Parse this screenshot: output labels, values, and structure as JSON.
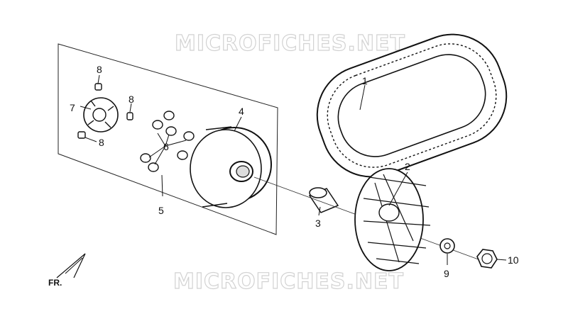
{
  "watermark": {
    "top": "MICROFICHES.NET",
    "bottom": "MICROFICHES.NET"
  },
  "direction_label": "FR.",
  "callouts": {
    "c1": "1",
    "c2": "2",
    "c3": "3",
    "c4": "4",
    "c5": "5",
    "c6": "6",
    "c7": "7",
    "c8a": "8",
    "c8b": "8",
    "c8c": "8",
    "c9": "9",
    "c10": "10"
  }
}
